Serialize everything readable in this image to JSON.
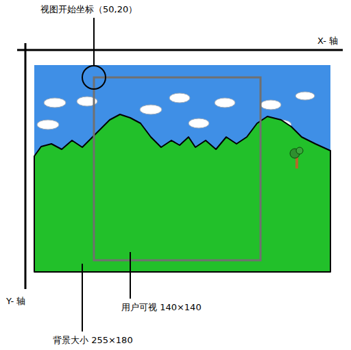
{
  "diagram": {
    "labels": [
      "视图开始坐标（50,20）",
      "X- 轴",
      "Y- 轴",
      "用户可视 140×140",
      "背景大小 255×180"
    ]
  }
}
